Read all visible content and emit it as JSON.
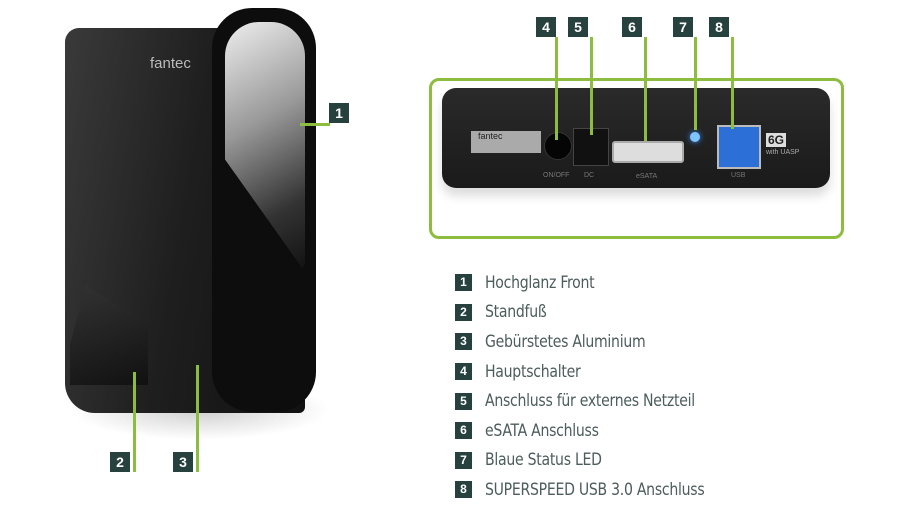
{
  "colors": {
    "accent_green": "#8dbd3e",
    "badge": "#27413f",
    "text": "#4d5c5c"
  },
  "device_front": {
    "brand": "fantec"
  },
  "device_back": {
    "brand": "fantec",
    "port_labels": [
      "ON/OFF",
      "DC",
      "eSATA",
      "USB"
    ],
    "sata_logo": "6G",
    "sata_logo_sub": "with UASP"
  },
  "callouts": [
    {
      "num": "1",
      "label": "Hochglanz Front"
    },
    {
      "num": "2",
      "label": "Standfuß"
    },
    {
      "num": "3",
      "label": "Gebürstetes Aluminium"
    },
    {
      "num": "4",
      "label": "Hauptschalter"
    },
    {
      "num": "5",
      "label": "Anschluss für externes Netzteil"
    },
    {
      "num": "6",
      "label": "eSATA Anschluss"
    },
    {
      "num": "7",
      "label": "Blaue Status LED"
    },
    {
      "num": "8",
      "label": "SUPERSPEED USB 3.0 Anschluss"
    }
  ]
}
